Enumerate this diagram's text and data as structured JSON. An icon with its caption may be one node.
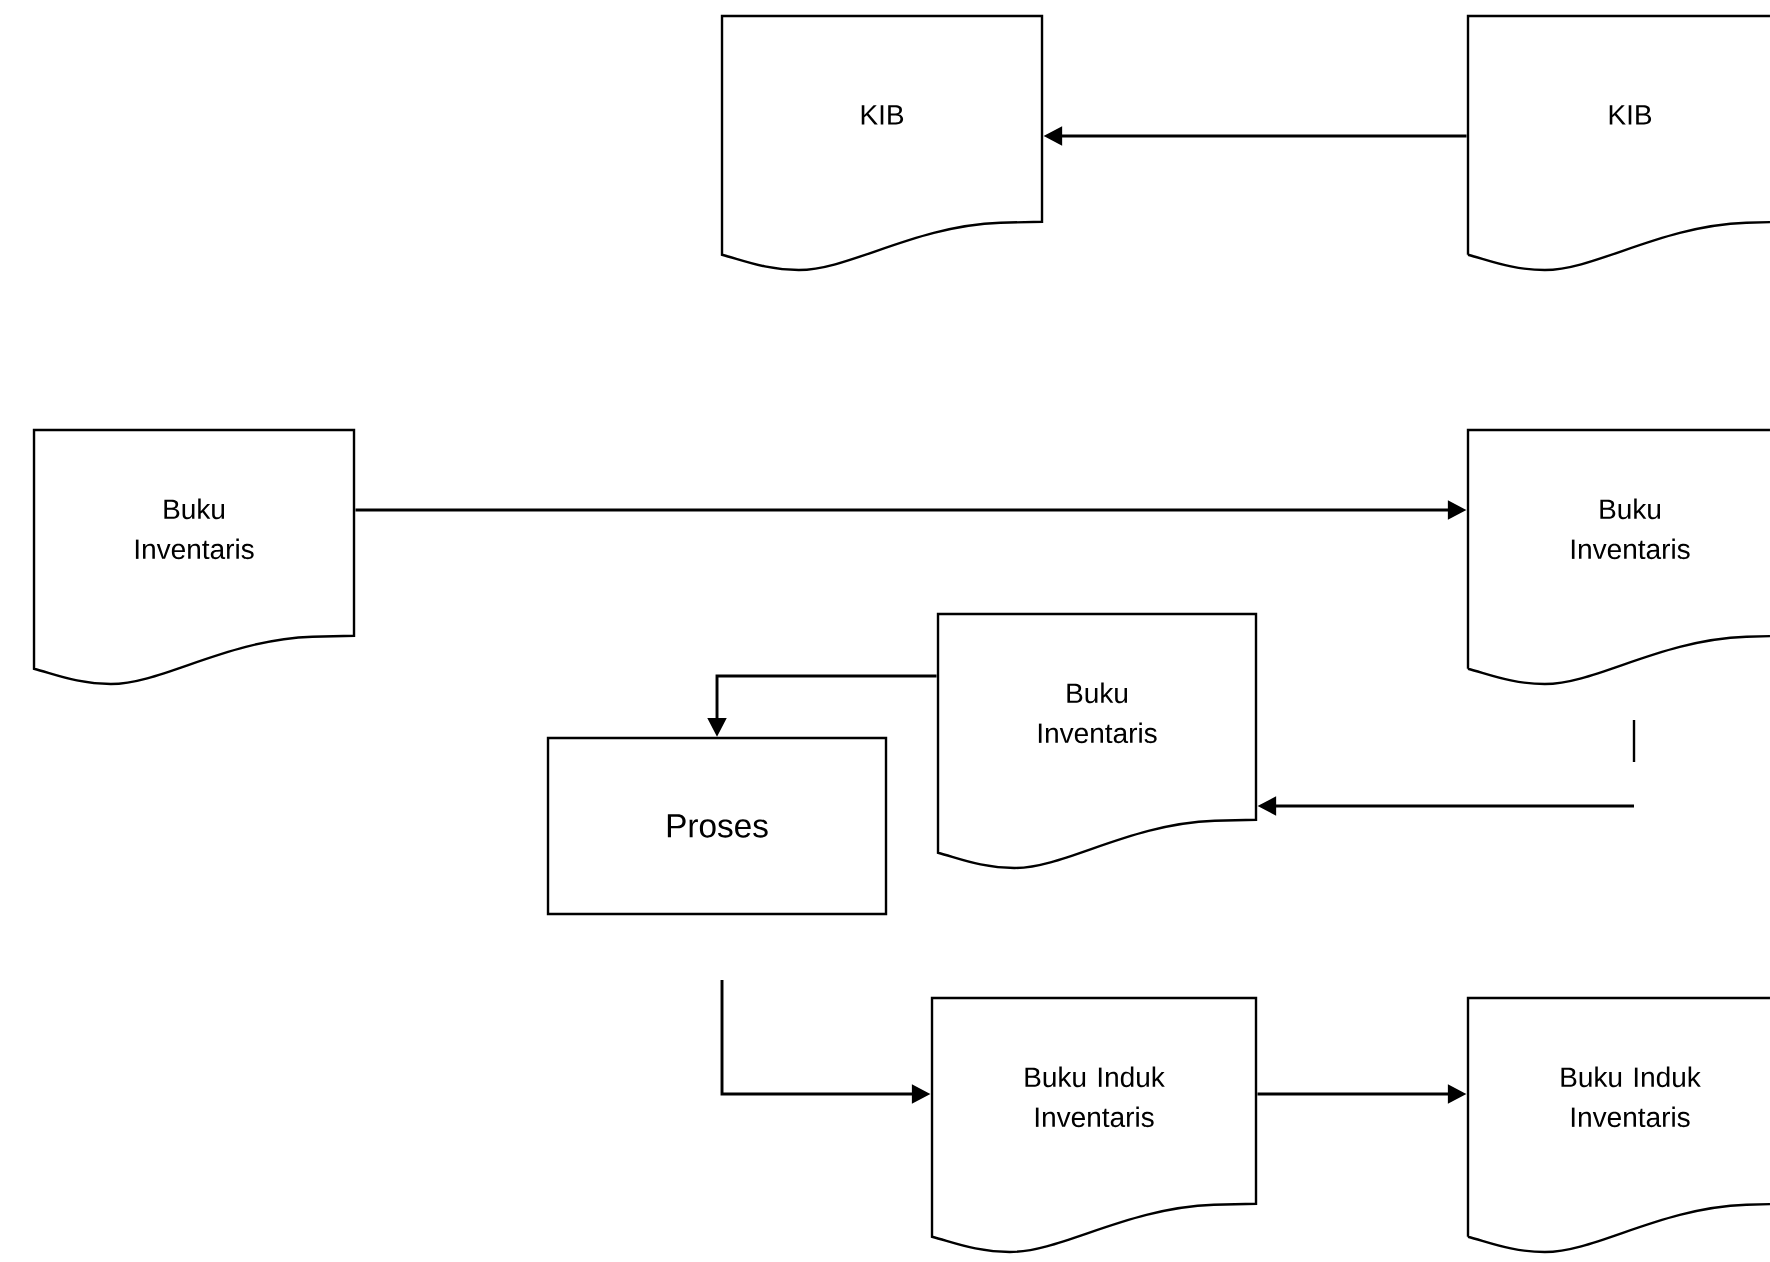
{
  "diagram": {
    "nodes": [
      {
        "text": [
          "KIB"
        ]
      },
      {
        "text": [
          "KIB"
        ]
      },
      {
        "text": [
          "Buku Inventaris"
        ]
      },
      {
        "text": [
          "Buku Inventaris"
        ]
      },
      {
        "text": [
          "Buku Inventaris"
        ]
      },
      {
        "text": [
          "Proses"
        ]
      },
      {
        "text": [
          "Buku Induk Inventaris"
        ]
      },
      {
        "text": [
          "Buku Induk Inventaris"
        ]
      }
    ],
    "edges": [
      {
        "from": 1,
        "to": 0,
        "arrow": "to"
      },
      {
        "from": 2,
        "to": 3,
        "arrow": "to"
      },
      {
        "from": 4,
        "to": 5,
        "arrow": "to"
      },
      {
        "from": null,
        "to": 4,
        "arrow": "to"
      },
      {
        "from": null,
        "to": 6,
        "arrow": "to"
      },
      {
        "from": 6,
        "to": 7,
        "arrow": "to"
      }
    ]
  }
}
